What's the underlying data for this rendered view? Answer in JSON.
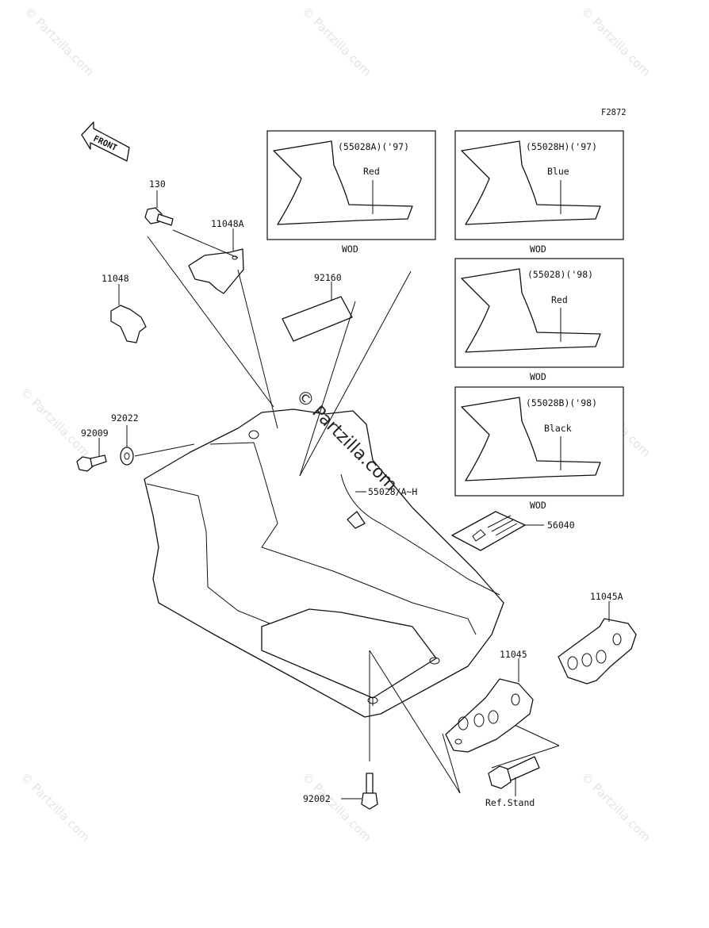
{
  "figure_code": "F2872",
  "front_arrow": {
    "label": "FRONT",
    "icon": "front-arrow-icon"
  },
  "watermarks": {
    "repeat_text": "© Partzilla.com",
    "center_text": "© Partzilla.com"
  },
  "callouts": {
    "p130": "130",
    "p11048A": "11048A",
    "p11048": "11048",
    "p92160": "92160",
    "p92022": "92022",
    "p92009": "92009",
    "p55028": "55028/A~H",
    "p56040": "56040",
    "p11045A": "11045A",
    "p11045": "11045",
    "p92002": "92002",
    "ref_stand": "Ref.Stand"
  },
  "variants": [
    {
      "code": "(55028A)('97)",
      "color": "Red",
      "caption": "WOD"
    },
    {
      "code": "(55028H)('97)",
      "color": "Blue",
      "caption": "WOD"
    },
    {
      "code": "(55028)('98)",
      "color": "Red",
      "caption": "WOD"
    },
    {
      "code": "(55028B)('98)",
      "color": "Black",
      "caption": "WOD"
    }
  ]
}
